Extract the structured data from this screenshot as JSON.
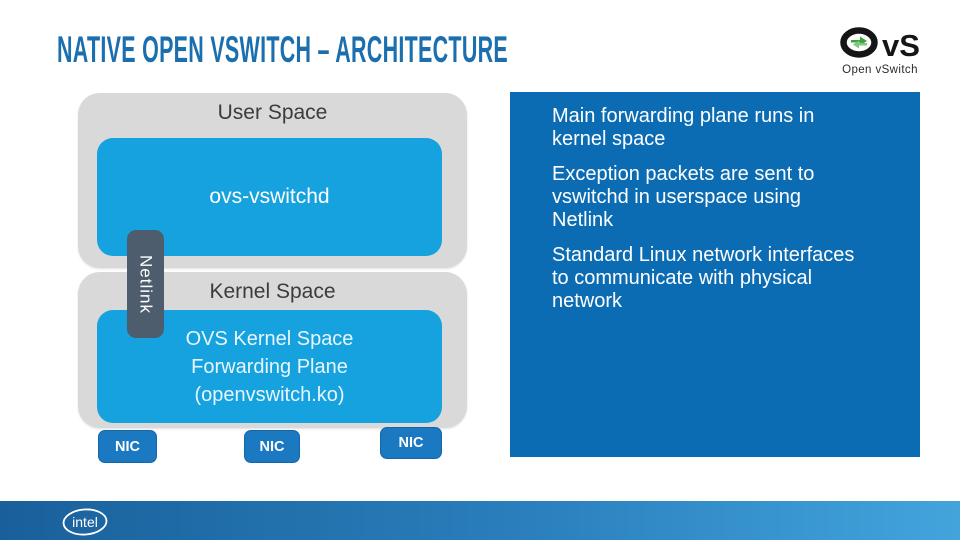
{
  "title": "NATIVE OPEN VSWITCH – ARCHITECTURE",
  "ovs_logo": {
    "vs_text": "vS",
    "caption": "Open vSwitch"
  },
  "diagram": {
    "user_space_label": "User Space",
    "vswitchd_label": "ovs-vswitchd",
    "kernel_space_label": "Kernel Space",
    "kernel_inner_lines": [
      "OVS Kernel Space",
      "Forwarding Plane",
      "(openvswitch.ko)"
    ],
    "netlink_label": "Netlink",
    "nic_labels": [
      "NIC",
      "NIC",
      "NIC"
    ]
  },
  "info_panel": {
    "paragraphs": [
      {
        "lines": [
          "Main forwarding plane runs in",
          "kernel space"
        ]
      },
      {
        "lines": [
          "Exception packets are sent to",
          "vswitchd in userspace using",
          "Netlink"
        ]
      },
      {
        "lines": [
          "Standard Linux network interfaces",
          "to communicate with physical",
          "network"
        ]
      }
    ]
  },
  "footer": {
    "brand": "intel"
  },
  "colors": {
    "title_blue": "#1b6fae",
    "cyan_box": "#16a2de",
    "panel_blue": "#0b6cb4",
    "nic_blue": "#1b79c1",
    "netlink_slate": "#4e5d6e",
    "gray_box": "#d9d9da",
    "footer_gradient_left": "#19609b",
    "footer_gradient_right": "#43a4dc",
    "ovs_green": "#3da33f"
  }
}
